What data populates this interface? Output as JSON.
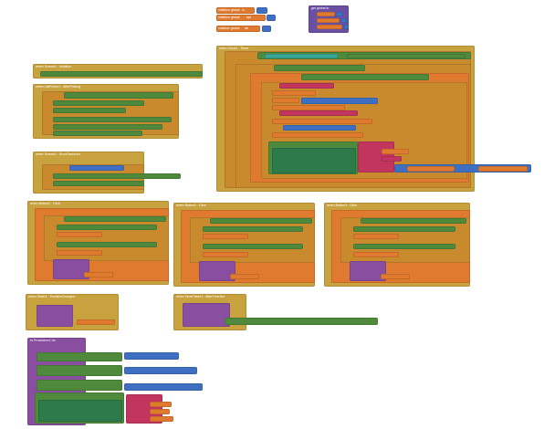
{
  "window": {
    "title": "App Inventor Blocks Editor"
  },
  "globals": [
    {
      "label": "initialize global",
      "name": "io"
    },
    {
      "label": "initialize global",
      "name": "bpf"
    },
    {
      "label": "initialize global",
      "name": "ab"
    }
  ],
  "list_block": {
    "label": "get global io"
  },
  "clock_block": {
    "label": "when Clock1 . Timer"
  },
  "top_left_block": {
    "label": "when Screen1 . Initialize"
  },
  "list_picker_block": {
    "label": "when ListPicker1 . AfterPicking"
  },
  "error_block": {
    "label": "when Screen1 . ErrorOccurred"
  },
  "button_blocks": [
    {
      "label": "when Button1 . Click"
    },
    {
      "label": "when Button2 . Click"
    },
    {
      "label": "when Button3 . Click"
    }
  ],
  "slider_block": {
    "label": "when Slider1 . PositionChanged"
  },
  "timepicker_block": {
    "label": "when TimePicker1 . AfterTimeSet"
  },
  "procedure_block": {
    "label": "to Procedure1 do"
  },
  "colors": {
    "event": "#c8a23e",
    "control": "#c98a2e",
    "procedure": "#8a4ea0",
    "variable": "#e07a2e",
    "component": "#4f8a3c",
    "math": "#3f6fc0",
    "text": "#c2355e"
  }
}
